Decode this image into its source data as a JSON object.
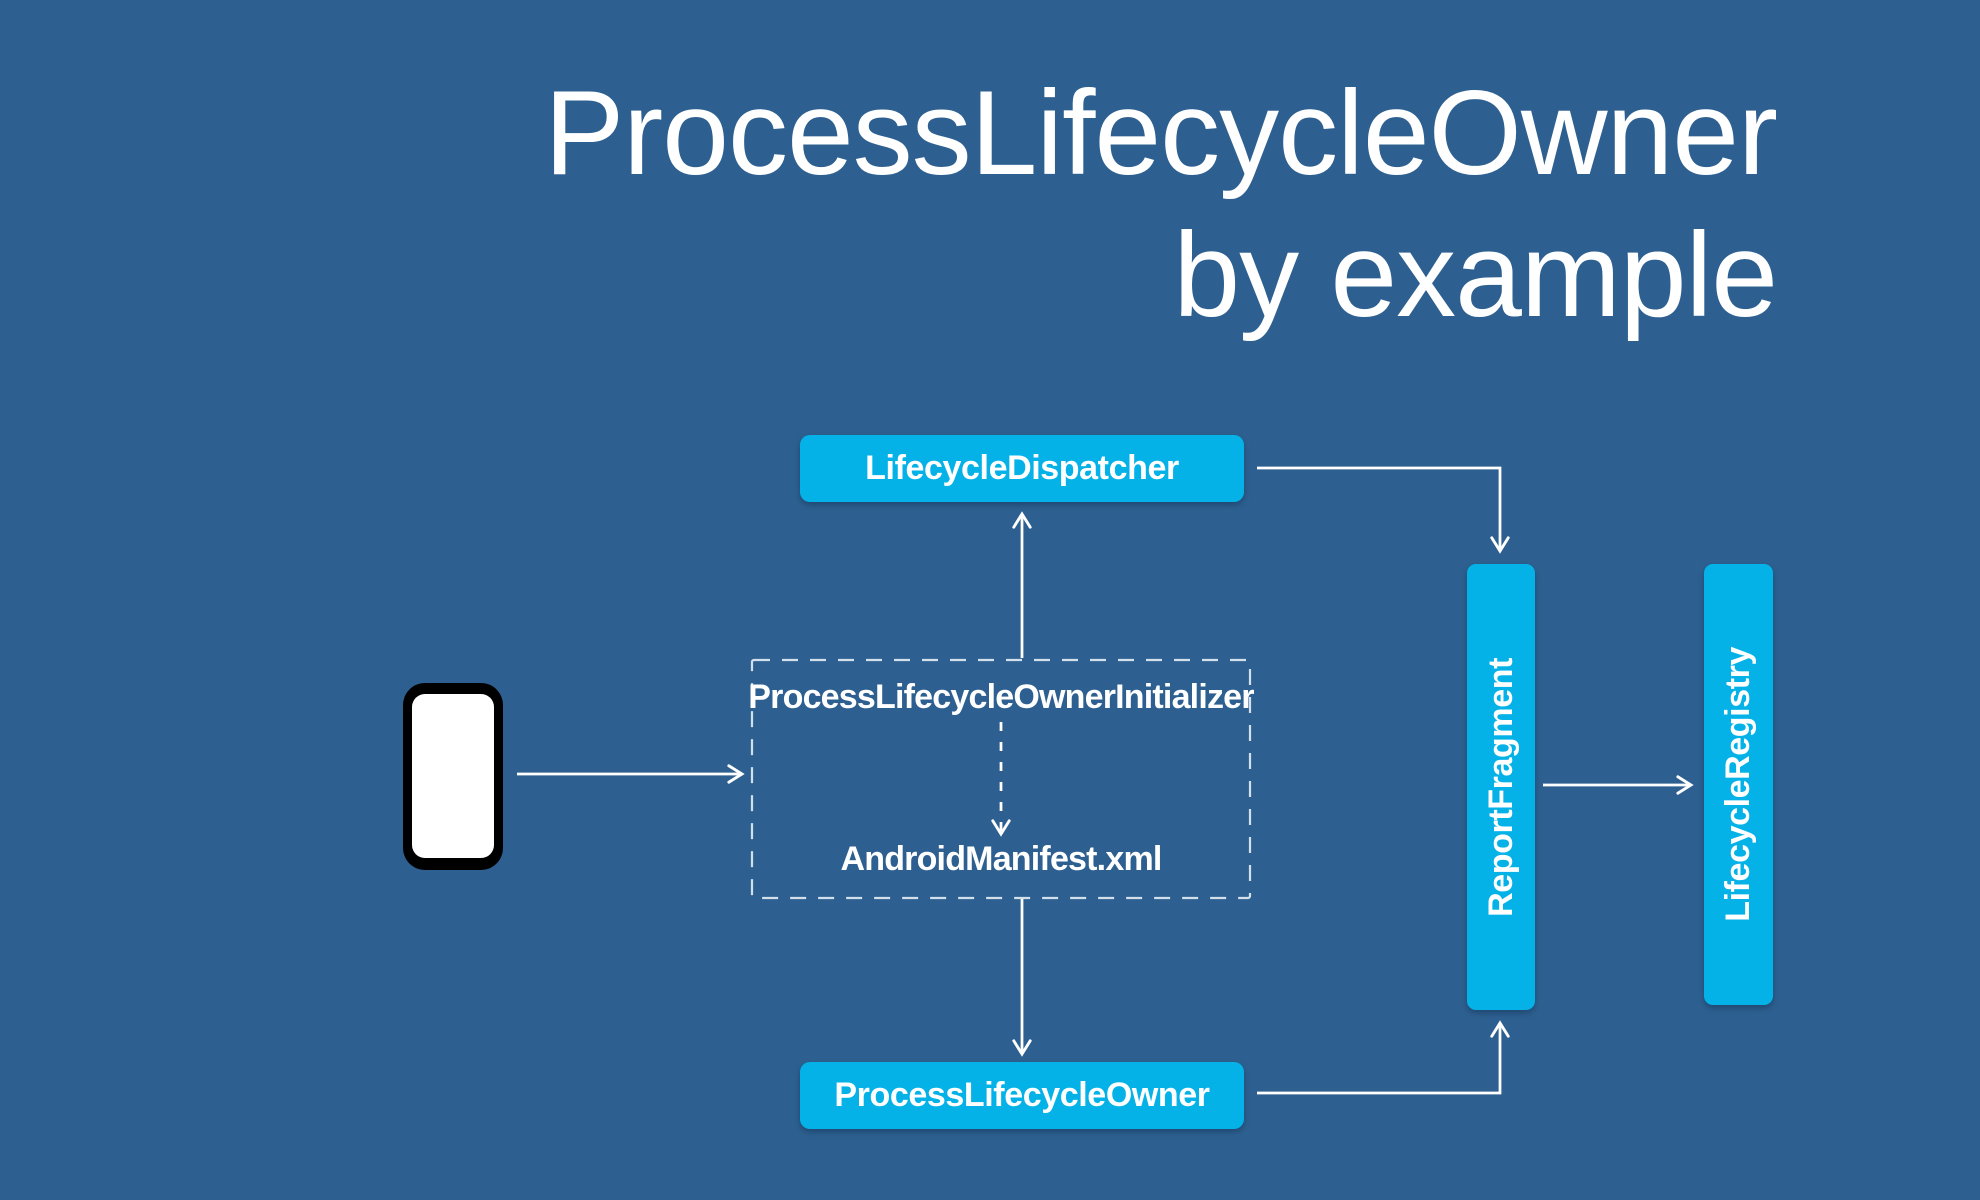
{
  "title": {
    "line1": "ProcessLifecycleOwner",
    "line2": "by example"
  },
  "colors": {
    "background": "#2d6090",
    "node_fill": "#05b2e8",
    "node_text": "#ffffff",
    "arrow": "#ffffff",
    "dashed_border": "#d3e0eb",
    "phone_frame": "#000000",
    "phone_screen": "#ffffff"
  },
  "nodes": {
    "dispatcher": {
      "label": "LifecycleDispatcher"
    },
    "initializer": {
      "label": "ProcessLifecycleOwnerInitializer"
    },
    "manifest": {
      "label": "AndroidManifest.xml"
    },
    "owner": {
      "label": "ProcessLifecycleOwner"
    },
    "report_fragment": {
      "label": "ReportFragment"
    },
    "lifecycle_registry": {
      "label": "LifecycleRegistry"
    }
  },
  "icons": {
    "phone": "phone-icon"
  }
}
